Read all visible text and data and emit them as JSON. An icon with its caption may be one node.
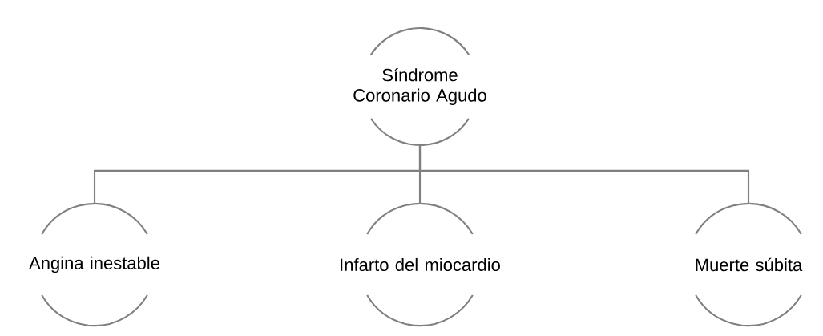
{
  "diagram": {
    "nodes": [
      {
        "text": [
          "Síndrome Coronario Agudo"
        ]
      },
      {
        "text": [
          "Angina inestable"
        ]
      },
      {
        "text": [
          "Infarto del miocardio"
        ]
      },
      {
        "text": [
          "Muerte súbita"
        ]
      }
    ],
    "edges": [
      {
        "from": 0,
        "to": 1,
        "arrow": "none"
      },
      {
        "from": 0,
        "to": 2,
        "arrow": "none"
      },
      {
        "from": 0,
        "to": 3,
        "arrow": "none"
      }
    ]
  }
}
